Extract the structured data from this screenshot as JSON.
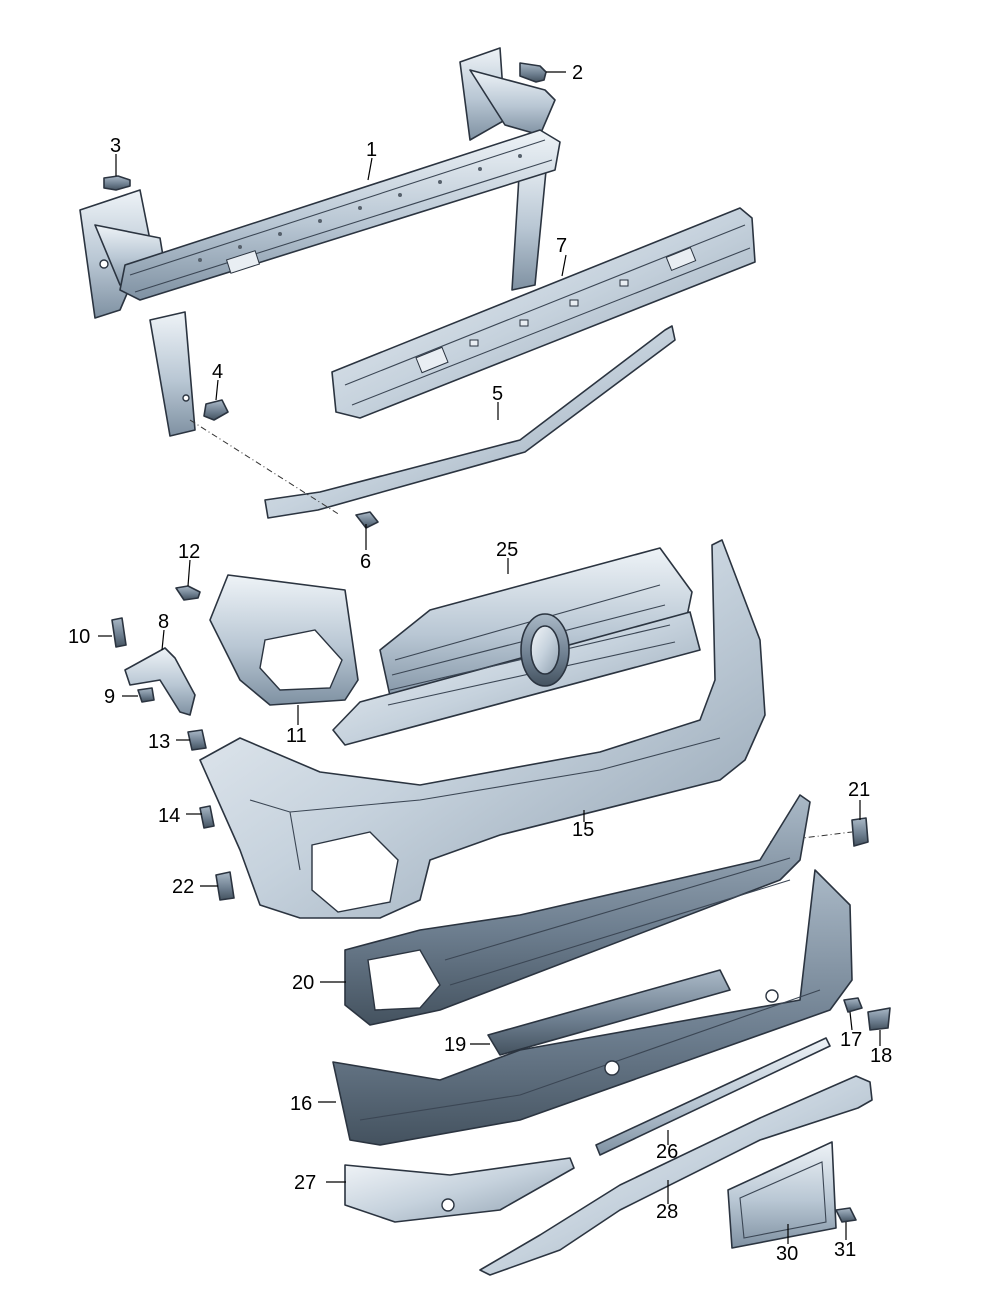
{
  "callouts": {
    "p1": "1",
    "p2": "2",
    "p3": "3",
    "p4": "4",
    "p5": "5",
    "p6": "6",
    "p7": "7",
    "p8": "8",
    "p9": "9",
    "p10": "10",
    "p11": "11",
    "p12": "12",
    "p13": "13",
    "p14": "14",
    "p15": "15",
    "p16": "16",
    "p17": "17",
    "p18": "18",
    "p19": "19",
    "p20": "20",
    "p21": "21",
    "p22": "22",
    "p25": "25",
    "p26": "26",
    "p27": "27",
    "p28": "28",
    "p30": "30",
    "p31": "31"
  },
  "colors": {
    "part_light": "#d3dde6",
    "part_mid": "#9fb0c0",
    "part_dark": "#5d6d7c",
    "outline": "#2b3440"
  }
}
